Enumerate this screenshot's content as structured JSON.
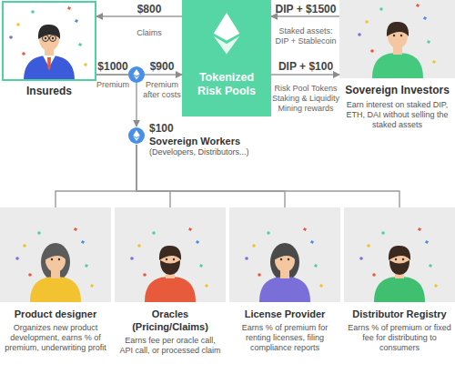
{
  "diagram": {
    "nodes": [
      {
        "text": [
          "Insureds"
        ]
      },
      {
        "text": [
          "Tokenized Risk Pools"
        ]
      },
      {
        "text": [
          "Sovereign Investors",
          "Earn interest on staked DIP, ETH, DAI without selling the staked assets"
        ]
      },
      {
        "text": [
          "$100",
          "Sovereign Workers",
          "(Developers, Distributors...)"
        ]
      },
      {
        "text": [
          "Product designer",
          "Organizes new product development, earns % of premium, underwriting profit"
        ]
      },
      {
        "text": [
          "Oracles (Pricing/Claims)",
          "Earns fee per oracle call, API call, or processed claim"
        ]
      },
      {
        "text": [
          "License Provider",
          "Earns % of premium for renting licenses, filing compliance reports"
        ]
      },
      {
        "text": [
          "Distributor Registry",
          "Earns % of premium or fixed fee for distributing to consumers"
        ]
      }
    ],
    "edges": [
      {
        "from": 1,
        "to": 0,
        "arrow": "to",
        "label": "$800"
      },
      {
        "from": 2,
        "to": 1,
        "arrow": "to",
        "label": "DIP + $1500"
      },
      {
        "from": 1,
        "to": 2,
        "arrow": "to",
        "label": "DIP + $100"
      },
      {
        "from": 0,
        "to": 1,
        "arrow": "to",
        "label": "$900"
      },
      {
        "from": 0,
        "to": 3,
        "arrow": "to"
      },
      {
        "from": 3,
        "to": 4,
        "arrow": "none"
      },
      {
        "from": 3,
        "to": 5,
        "arrow": "none"
      },
      {
        "from": 3,
        "to": 6,
        "arrow": "none"
      },
      {
        "from": 3,
        "to": 7,
        "arrow": "none"
      }
    ],
    "labels": [
      "Claims",
      "Staked assets: DIP + Stablecoin",
      "Risk Pool Tokens Staking & Liquidity Mining rewards",
      "$1000",
      "Premium",
      "Premium after costs"
    ]
  }
}
